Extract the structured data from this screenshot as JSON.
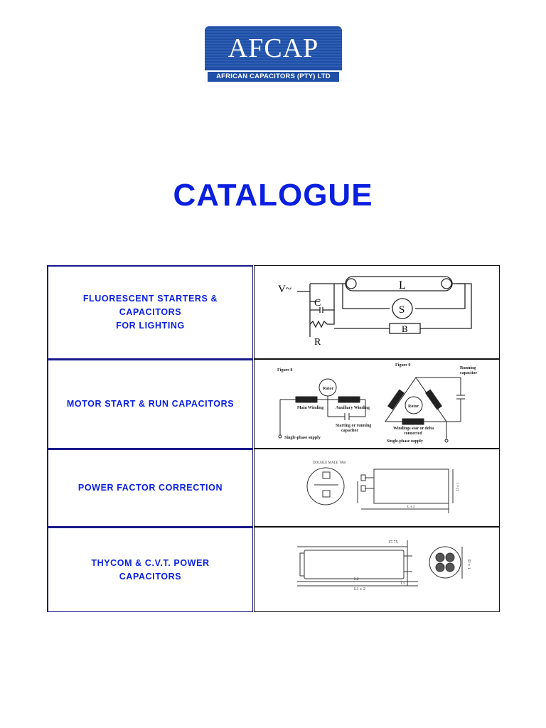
{
  "logo": {
    "wordmark": "AFCAP",
    "company": "AFRICAN CAPACITORS (PTY) LTD",
    "brand_color": "#1f4fa6"
  },
  "title": "CATALOGUE",
  "title_color": "#0a1fe0",
  "categories": [
    {
      "lines": [
        "FLUORESCENT STARTERS &",
        "CAPACITORS",
        "FOR LIGHTING"
      ],
      "diagram": {
        "labels": [
          "V~",
          "L",
          "C",
          "S",
          "R",
          "B"
        ]
      }
    },
    {
      "lines": [
        "MOTOR START & RUN CAPACITORS"
      ],
      "diagram": {
        "labels": [
          "Figure 8",
          "Figure 9",
          "Rotor",
          "Main Winding",
          "Auxiliary Winding",
          "Starting or running",
          "capacitor",
          "Single-phase supply",
          "Running",
          "capacitor",
          "Rotor",
          "Windings star or delta",
          "connected",
          "Single-phase supply"
        ]
      }
    },
    {
      "lines": [
        "POWER FACTOR CORRECTION"
      ],
      "diagram": {
        "labels": [
          "DOUBLE MALE TAB",
          "L ± 2",
          "D ± 1"
        ]
      }
    },
    {
      "lines": [
        "THYCOM & C.V.T. POWER",
        "CAPACITORS"
      ],
      "diagram": {
        "labels": [
          "17.75",
          "L2",
          "L1 ± 2",
          "13",
          "D ± 1"
        ]
      }
    }
  ]
}
